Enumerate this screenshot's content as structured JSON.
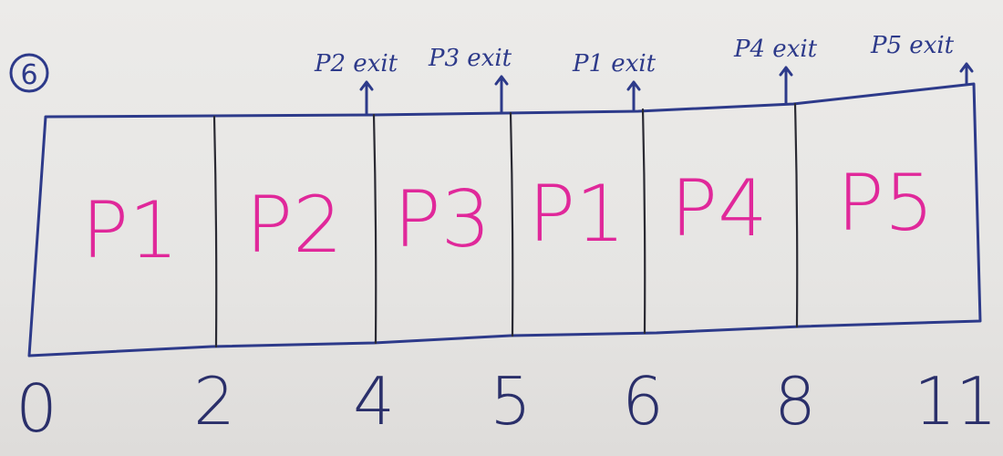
{
  "question_number": "6",
  "slots": [
    {
      "process": "P1",
      "start": 0,
      "end": 2
    },
    {
      "process": "P2",
      "start": 2,
      "end": 4
    },
    {
      "process": "P3",
      "start": 4,
      "end": 5
    },
    {
      "process": "P1",
      "start": 5,
      "end": 6
    },
    {
      "process": "P4",
      "start": 6,
      "end": 8
    },
    {
      "process": "P5",
      "start": 8,
      "end": 11
    }
  ],
  "time_labels": [
    "0",
    "2",
    "4",
    "5",
    "6",
    "8",
    "11"
  ],
  "exits": [
    {
      "label": "P2 exit",
      "time": 4
    },
    {
      "label": "P3 exit",
      "time": 5
    },
    {
      "label": "P1 exit",
      "time": 6
    },
    {
      "label": "P4 exit",
      "time": 8
    },
    {
      "label": "P5 exit",
      "time": 11
    }
  ],
  "colors": {
    "process_text": "#e0289a",
    "border_ink": "#2d3a8a",
    "divider_ink": "#2a2a33"
  }
}
